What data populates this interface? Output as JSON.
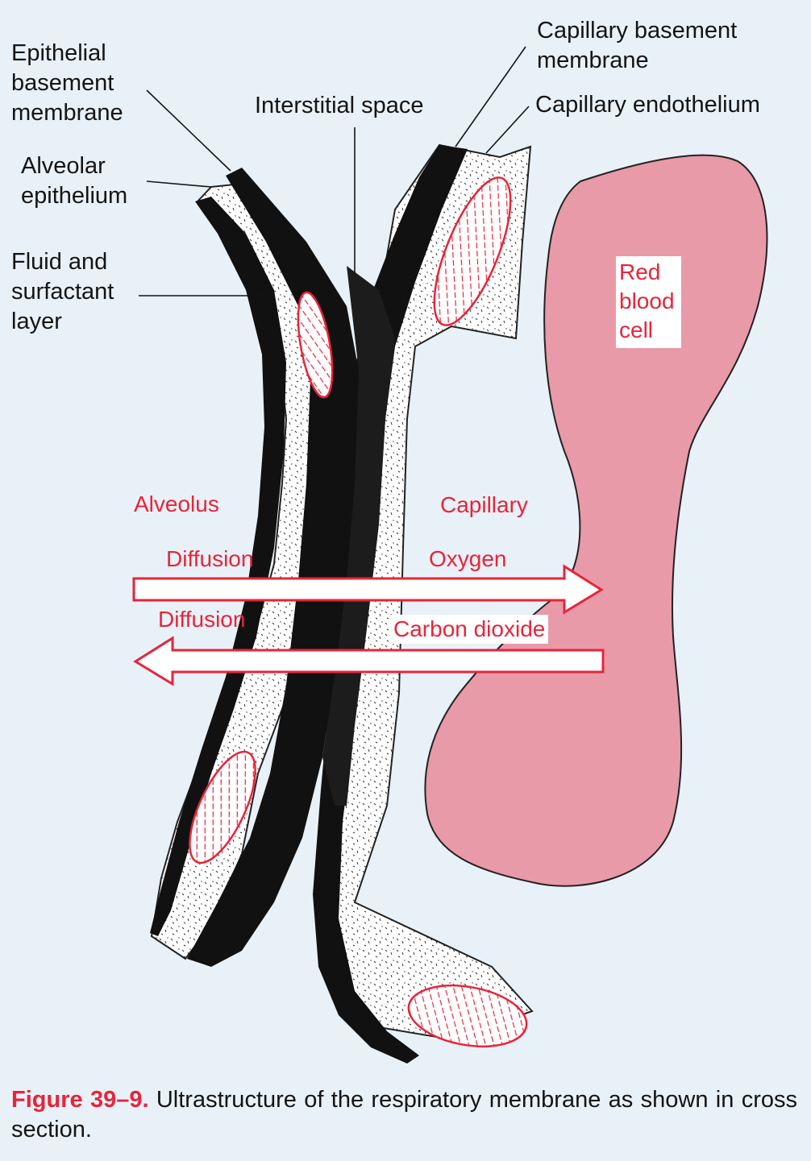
{
  "labels": {
    "epithelial_basement_membrane": "Epithelial\nbasement\nmembrane",
    "alveolar_epithelium": "Alveolar\nepithelium",
    "fluid_surfactant_layer": "Fluid and\nsurfactant\nlayer",
    "interstitial_space": "Interstitial space",
    "capillary_basement_membrane": "Capillary basement\nmembrane",
    "capillary_endothelium": "Capillary endothelium",
    "red_blood_cell": "Red\nblood\ncell",
    "alveolus": "Alveolus",
    "capillary": "Capillary",
    "diffusion_top": "Diffusion",
    "oxygen": "Oxygen",
    "diffusion_bottom": "Diffusion",
    "carbon_dioxide": "Carbon dioxide"
  },
  "caption": {
    "figure_number": "Figure 39–9.",
    "text": " Ultrastructure of the respiratory membrane as shown in cross section."
  },
  "colors": {
    "label_red": "#e8243a",
    "rbc_fill": "#e89aa8",
    "membrane_black": "#111111",
    "background": "#e9f1f8"
  }
}
